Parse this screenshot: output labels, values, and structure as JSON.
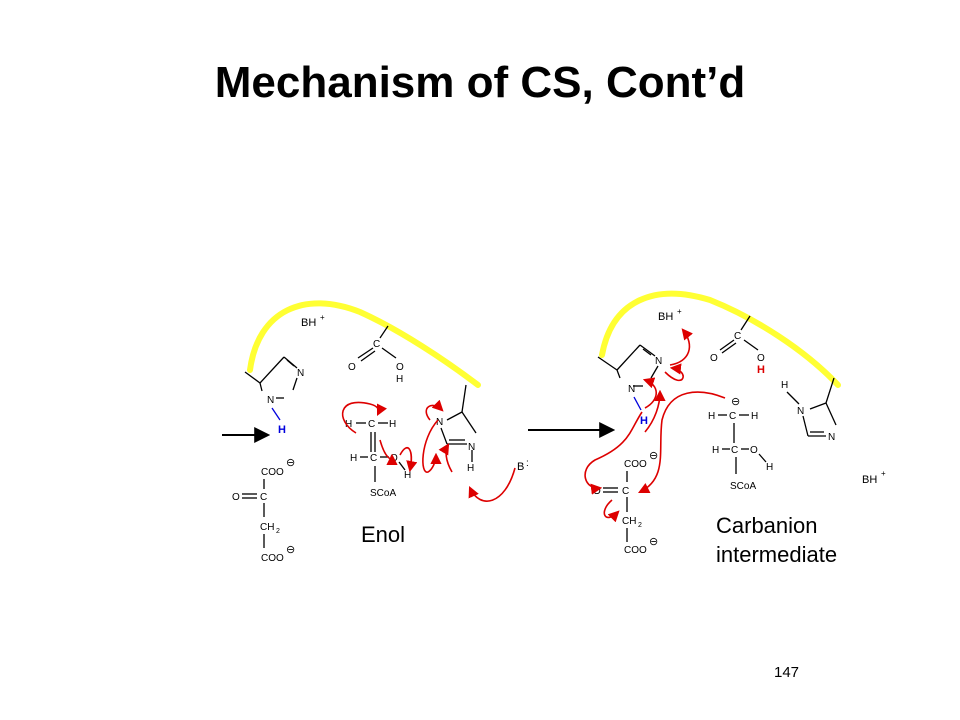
{
  "slide": {
    "title": "Mechanism of CS, Cont’d",
    "enol_label": "Enol",
    "carbanion_label": [
      "Carbanion",
      "intermediate"
    ],
    "page_number": "147"
  },
  "diagram": {
    "colors": {
      "enzyme_arc": "#ffff33",
      "arrow": "#dd0000",
      "bond": "#000000",
      "proton_blue": "#0000dd",
      "proton_red": "#dd0000"
    },
    "atoms": {
      "bh": "BH",
      "plus": "+",
      "b": "B",
      "c": "C",
      "o": "O",
      "h": "H",
      "n": "N",
      "coo": "COO",
      "ch": "CH",
      "sub2": "2",
      "scoa": "SCoA",
      "minus": "⊖"
    }
  }
}
